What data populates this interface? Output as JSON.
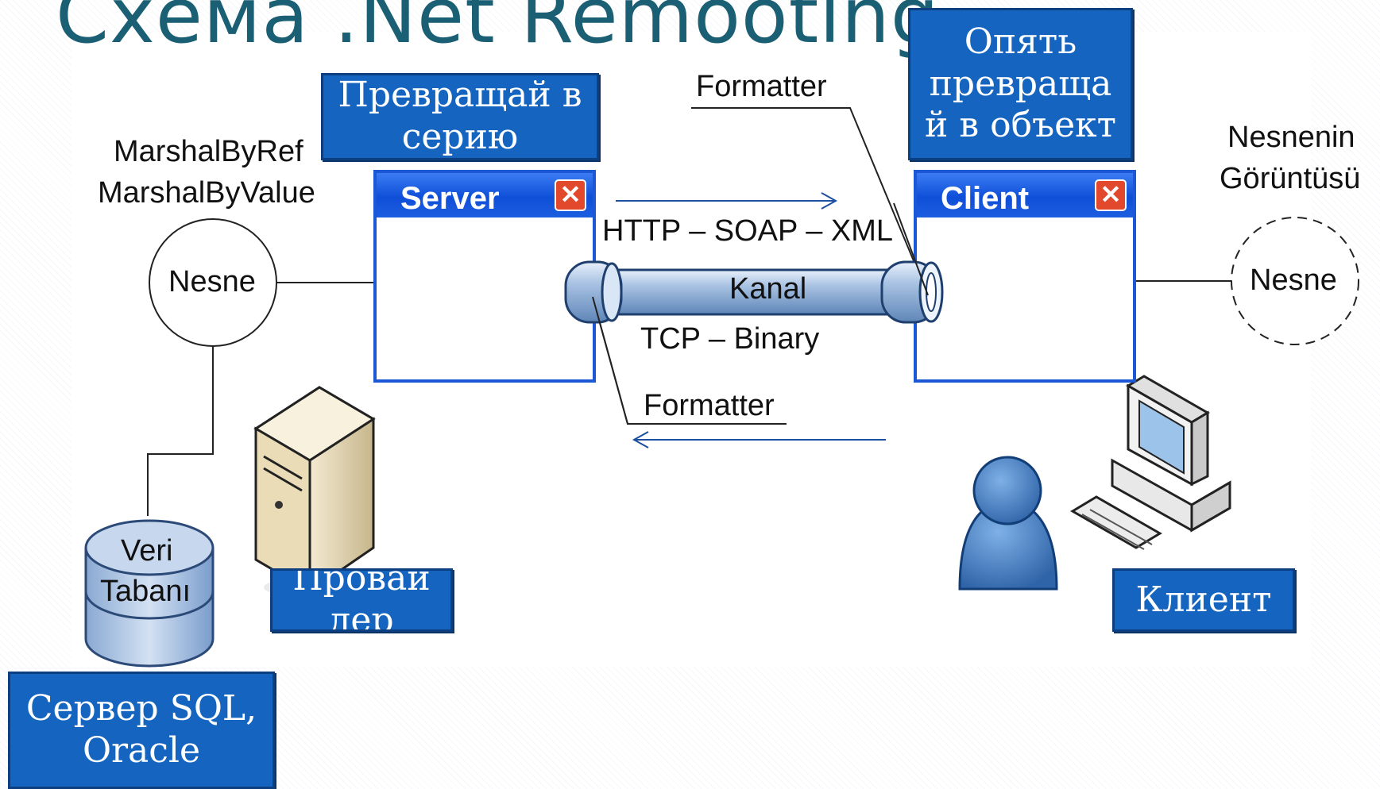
{
  "title": "Схема .Net Remooting",
  "boxes": {
    "serialize": "Превращай в серию",
    "deserialize": "Опять превраща й в объект",
    "provider": "Провай дер",
    "client_ru": "Клиент",
    "sql": "Сервер SQL, Oracle"
  },
  "labels": {
    "marshal_ref": "MarshalByRef",
    "marshal_value": "MarshalByValue",
    "nesne_left": "Nesne",
    "nesne_right": "Nesne",
    "nesnenin": "Nesnenin",
    "goruntusu": "Görüntüsü",
    "formatter_top": "Formatter",
    "formatter_bottom": "Formatter",
    "http": "HTTP – SOAP – XML",
    "kanal": "Kanal",
    "tcp": "TCP – Binary",
    "veri": "Veri",
    "tabani": "Tabanı"
  },
  "windows": {
    "server": "Server",
    "client": "Client",
    "close_glyph": "✕"
  },
  "colors": {
    "box_blue": "#1565c0",
    "title_teal": "#1a5f73",
    "window_blue": "#1c57d6",
    "pipe_blue": "#9fb9d8",
    "person_blue": "#4a7fc1"
  }
}
